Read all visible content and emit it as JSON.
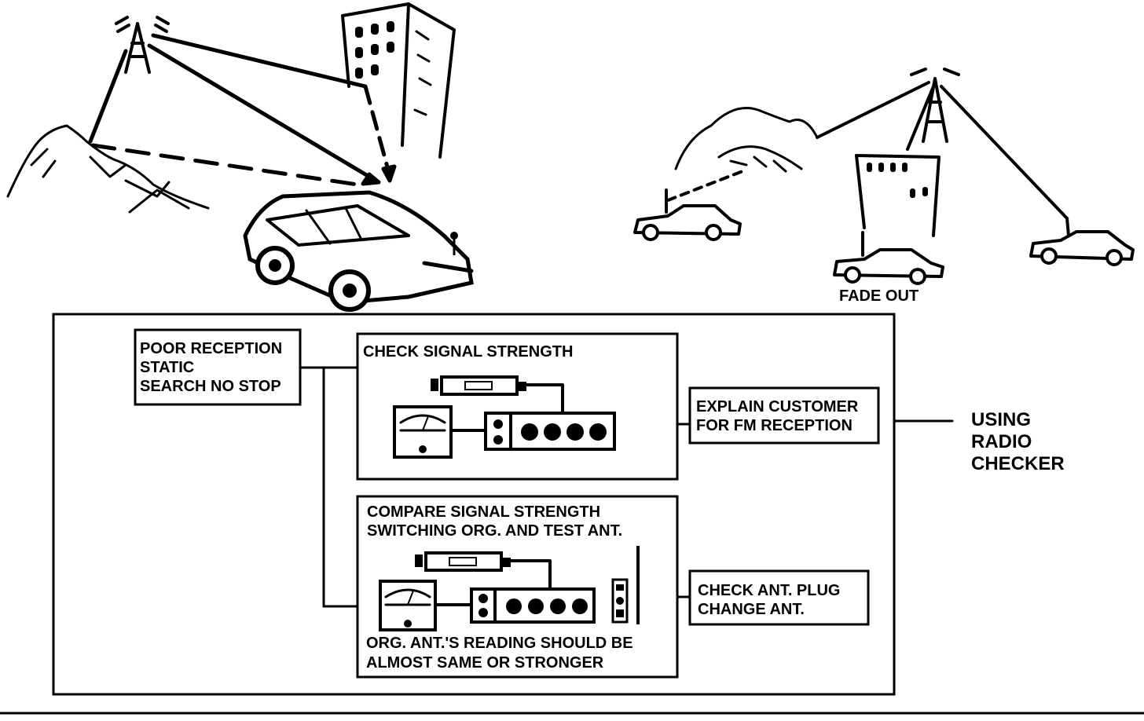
{
  "scene": {
    "fade_out_label": "FADE OUT"
  },
  "flowchart": {
    "symptom_lines": [
      "POOR RECEPTION",
      "STATIC",
      "SEARCH NO STOP"
    ],
    "check_box": {
      "title": "CHECK SIGNAL STRENGTH"
    },
    "compare_box": {
      "title_lines": [
        "COMPARE SIGNAL STRENGTH",
        "SWITCHING ORG. AND TEST ANT."
      ],
      "note_lines": [
        "ORG. ANT.'S READING SHOULD BE",
        "ALMOST SAME OR STRONGER"
      ]
    },
    "explain_lines": [
      "EXPLAIN CUSTOMER",
      "FOR FM RECEPTION"
    ],
    "change_lines": [
      "CHECK ANT. PLUG",
      "CHANGE ANT."
    ]
  },
  "side_label_lines": [
    "USING",
    "RADIO",
    "CHECKER"
  ],
  "icons": [
    "radio-tower-icon",
    "building-icon",
    "mountain-icon",
    "car-icon",
    "meter-icon",
    "radio-checker-icon",
    "test-antenna-icon"
  ]
}
